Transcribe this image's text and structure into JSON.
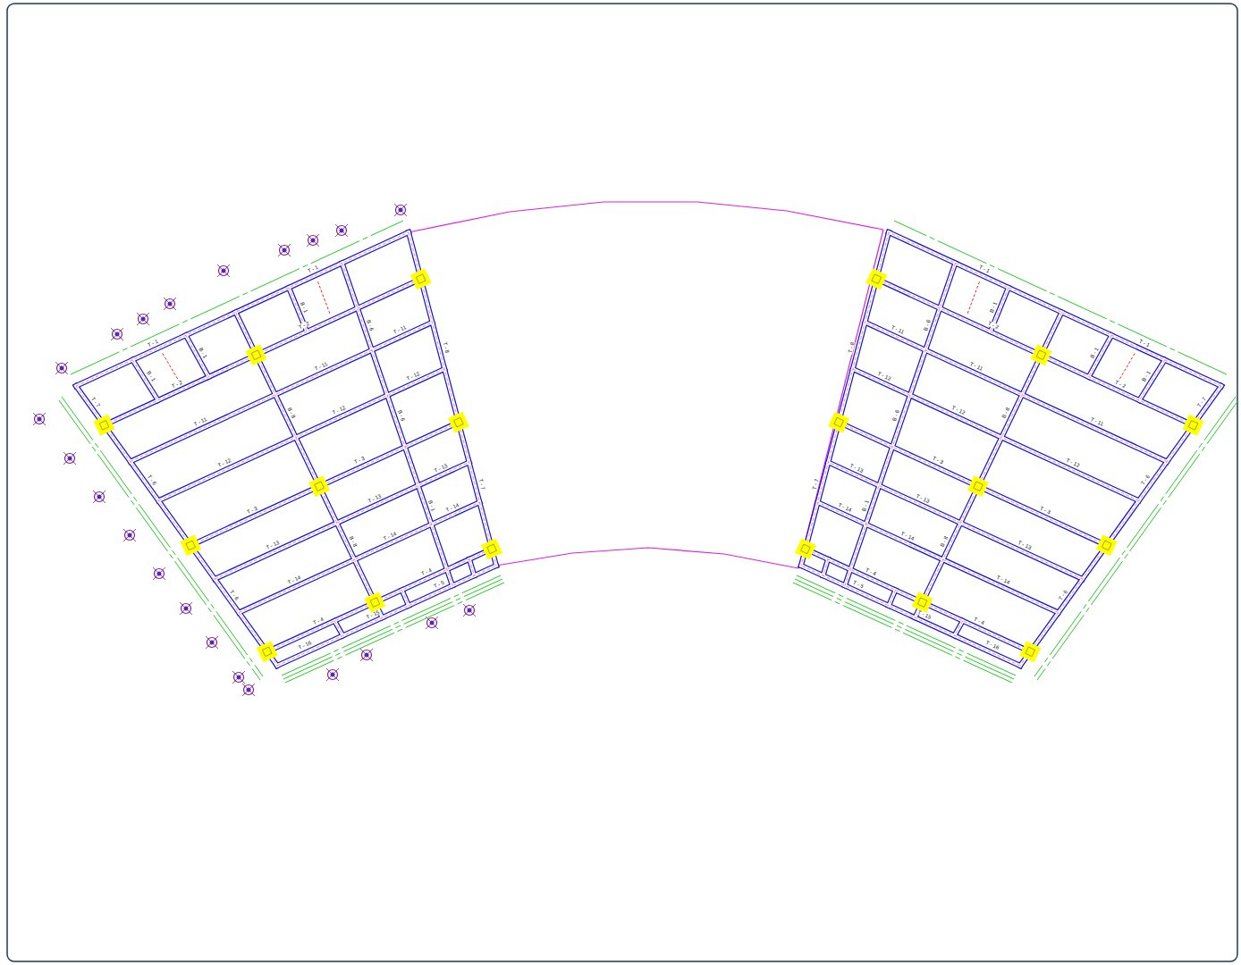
{
  "diagram": {
    "labels": [
      "T - 1",
      "T - 1",
      "T - 2",
      "T - 2",
      "T - 11",
      "T - 11",
      "T - 11",
      "T - 12",
      "T - 12",
      "T - 12",
      "T - 3",
      "T - 3",
      "T - 13",
      "T - 13",
      "T - 13",
      "T - 14",
      "T - 14",
      "T - 14",
      "T - 4",
      "T - 4",
      "T - 16",
      "T - 15",
      "T - 5",
      "T - 7",
      "T - 6",
      "T - 6",
      "T - 8",
      "T - 7",
      "B - 8",
      "B - 8",
      "B - 6",
      "B - 6",
      "B - 1",
      "B - 1",
      "B - 1",
      "B - 1",
      "T - 1",
      "T - 1",
      "T - 2",
      "T - 2",
      "T - 11",
      "T - 11",
      "T - 11",
      "T - 12",
      "T - 12",
      "T - 12",
      "T - 3",
      "T - 3",
      "T - 13",
      "T - 13",
      "T - 13",
      "T - 14",
      "T - 14",
      "T - 14",
      "T - 4",
      "T - 4",
      "T - 16",
      "T - 15",
      "T - 5",
      "T - 7",
      "T - 6",
      "T - 6",
      "T - 8",
      "T - 7",
      "B - 8",
      "B - 8",
      "B - 6",
      "B - 6",
      "B - 1",
      "B - 1",
      "B - 1",
      "B - 1"
    ]
  }
}
